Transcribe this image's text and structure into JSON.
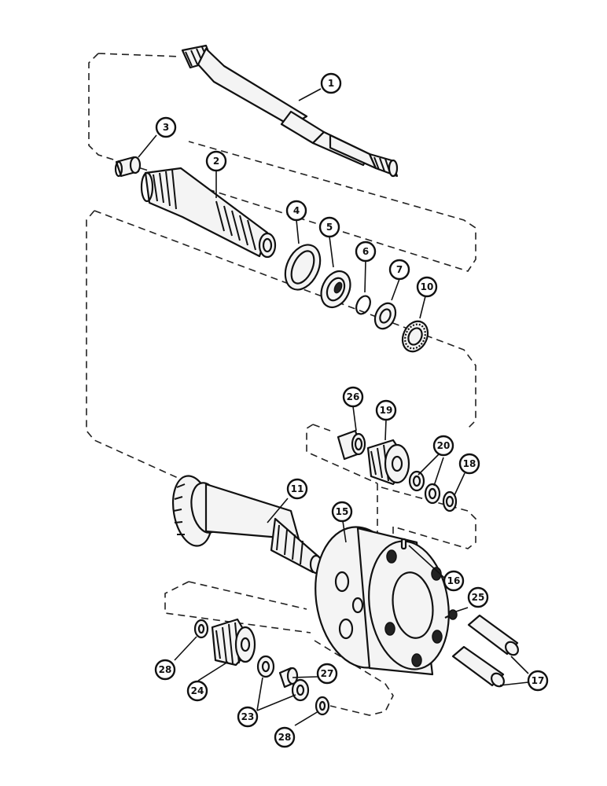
{
  "callouts": [
    {
      "id": "c1",
      "label": "1"
    },
    {
      "id": "c2",
      "label": "2"
    },
    {
      "id": "c3",
      "label": "3"
    },
    {
      "id": "c4",
      "label": "4"
    },
    {
      "id": "c5",
      "label": "5"
    },
    {
      "id": "c6",
      "label": "6"
    },
    {
      "id": "c7",
      "label": "7"
    },
    {
      "id": "c10",
      "label": "10"
    },
    {
      "id": "c11",
      "label": "11"
    },
    {
      "id": "c15",
      "label": "15"
    },
    {
      "id": "c16",
      "label": "16"
    },
    {
      "id": "c17",
      "label": "17"
    },
    {
      "id": "c18",
      "label": "18"
    },
    {
      "id": "c19",
      "label": "19"
    },
    {
      "id": "c20",
      "label": "20"
    },
    {
      "id": "c23",
      "label": "23"
    },
    {
      "id": "c24",
      "label": "24"
    },
    {
      "id": "c25",
      "label": "25"
    },
    {
      "id": "c26",
      "label": "26"
    },
    {
      "id": "c27",
      "label": "27"
    },
    {
      "id": "c28a",
      "label": "28"
    },
    {
      "id": "c28b",
      "label": "28"
    }
  ]
}
